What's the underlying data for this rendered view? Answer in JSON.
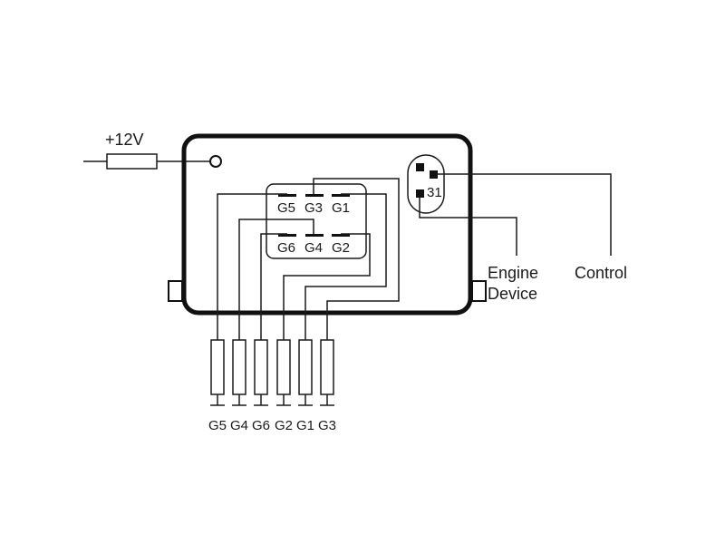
{
  "supply_label": "+12V",
  "connector": {
    "top_row": [
      "G5",
      "G3",
      "G1"
    ],
    "bottom_row": [
      "G6",
      "G4",
      "G2"
    ]
  },
  "plug_pin_label": "31",
  "outputs": {
    "engine_line1": "Engine",
    "engine_line2": "Device",
    "control": "Control"
  },
  "coil_labels": [
    "G5",
    "G4",
    "G6",
    "G2",
    "G1",
    "G3"
  ],
  "colors": {
    "line": "#1a1a1a",
    "background": "#ffffff"
  }
}
